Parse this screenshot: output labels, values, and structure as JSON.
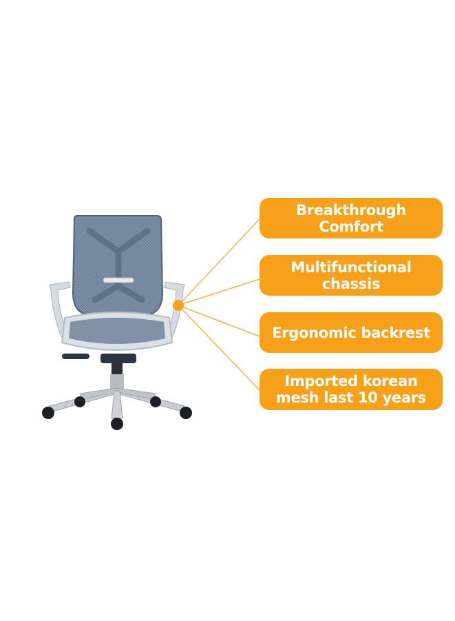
{
  "features": [
    {
      "label": "Breakthrough Comfort"
    },
    {
      "label": "Multifunctional chassis"
    },
    {
      "label": "Ergonomic backrest"
    },
    {
      "lines": [
        "Imported korean",
        "mesh last 10 years"
      ]
    }
  ],
  "colors": {
    "accent": "#f7a11a",
    "connector": "#f5b24a",
    "mesh": "#5b6f86",
    "frame": "#d9dde2",
    "base": "#c7cbd0"
  },
  "icons": {
    "product": "office-chair-image"
  }
}
